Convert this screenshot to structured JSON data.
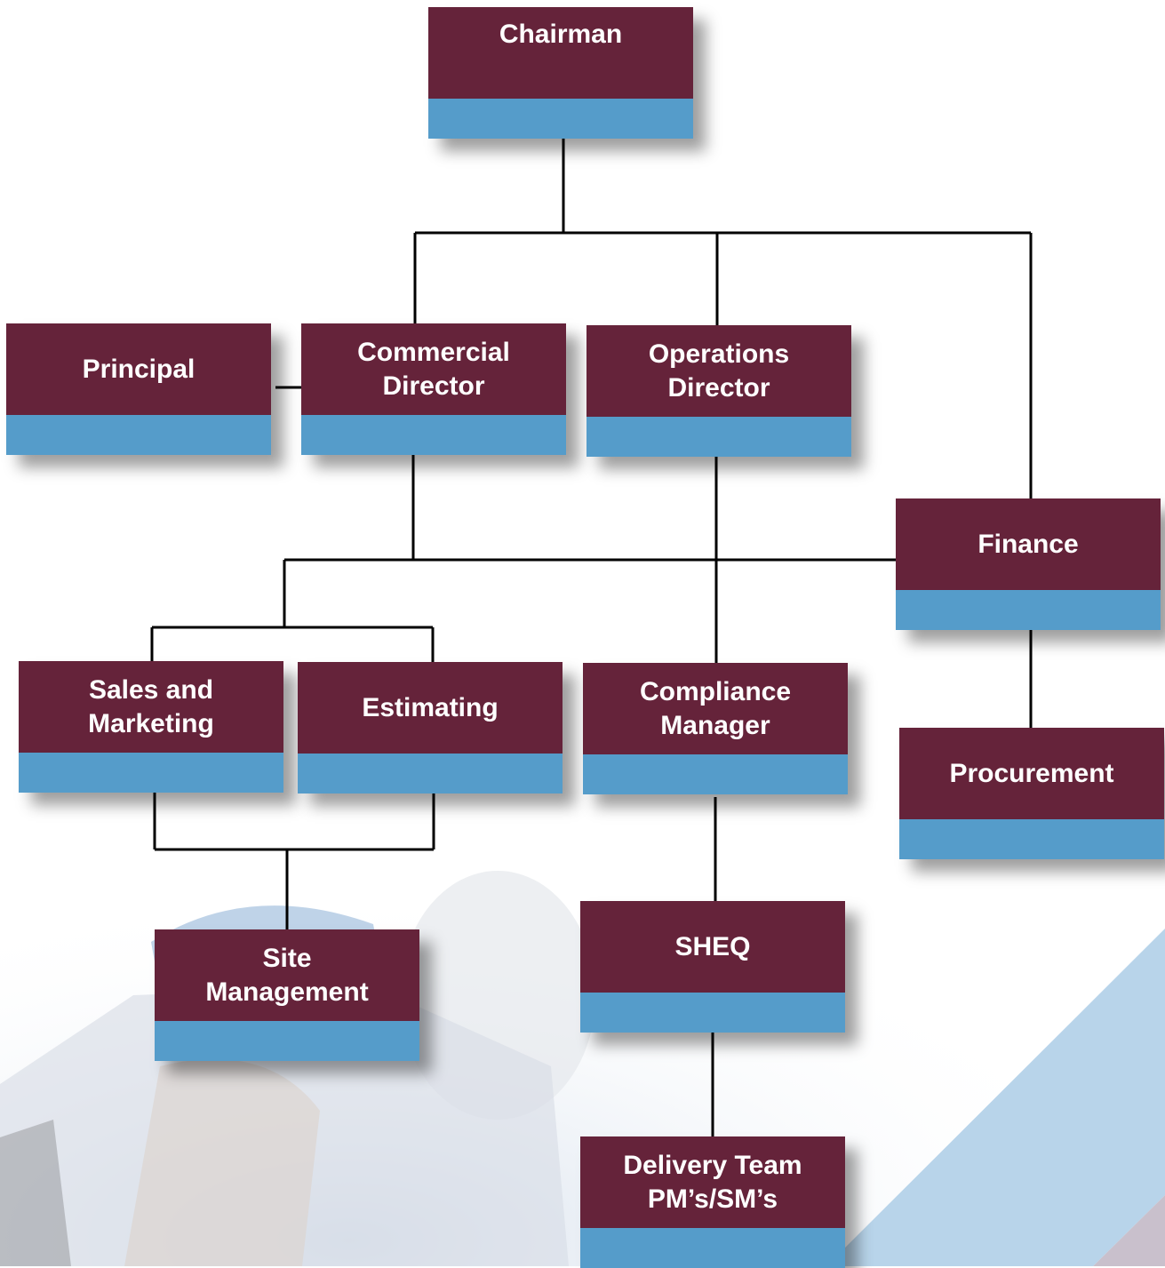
{
  "colors": {
    "box_top": "#65233a",
    "box_bottom": "#559cca",
    "line": "#000000",
    "text": "#ffffff"
  },
  "nodes": {
    "chairman": "Chairman",
    "principal": "Principal",
    "commercial_director": "Commercial\nDirector",
    "operations_director": "Operations\nDirector",
    "finance": "Finance",
    "sales_marketing": "Sales and\nMarketing",
    "estimating": "Estimating",
    "compliance_manager": "Compliance\nManager",
    "procurement": "Procurement",
    "site_management": "Site\nManagement",
    "sheq": "SHEQ",
    "delivery_team": "Delivery Team\nPM’s/SM’s"
  }
}
